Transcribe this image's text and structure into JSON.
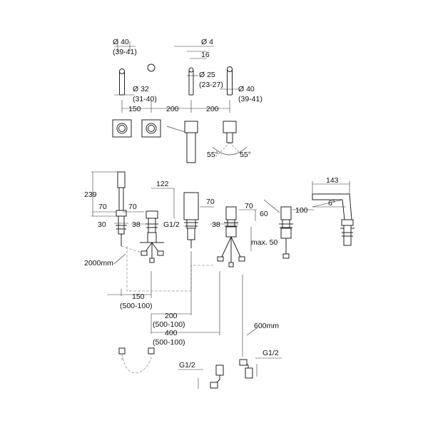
{
  "top_view": {
    "dia_40_left": "Ø 40",
    "range_39_41_left": "(39-41)",
    "dia_4": "Ø 4",
    "val_16": "16",
    "dia_32": "Ø 32",
    "range_31_40": "(31-40)",
    "dia_25": "Ø 25",
    "range_23_27": "(23-27)",
    "dia_40_right": "Ø 40",
    "range_39_41_right": "(39-41)",
    "spacing_150": "150",
    "spacing_200_a": "200",
    "spacing_200_b": "200"
  },
  "plan_view": {
    "angle_left": "55°",
    "angle_right": "55°"
  },
  "side_view": {
    "height_239": "239",
    "val_122": "122",
    "val_70_left": "70",
    "val_70_mid": "70",
    "val_70_right": "70",
    "val_30": "30",
    "val_38_left": "38",
    "thread_g12_top": "G1/2",
    "val_38_right": "38",
    "val_60": "60",
    "val_143": "143",
    "val_100": "100",
    "angle_6": "6°",
    "max_50": "max. 50",
    "hose_2000": "2000mm",
    "dist_150": "150",
    "range_150": "(500-100)",
    "dist_200": "200",
    "range_200": "(500-100)",
    "dist_400": "400",
    "range_400": "(500-100)",
    "hose_600": "600mm",
    "thread_g12_left": "G1/2",
    "thread_g12_right": "G1/2"
  }
}
